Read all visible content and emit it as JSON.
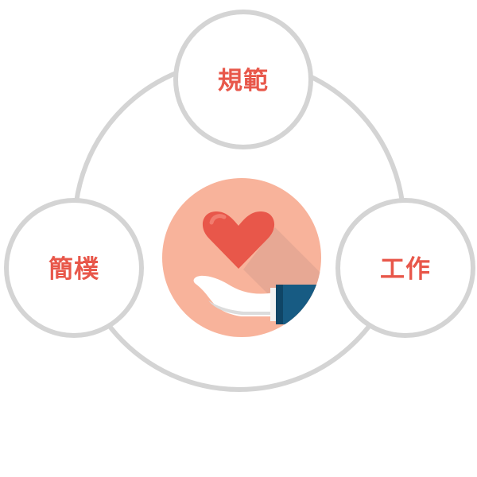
{
  "diagram": {
    "nodes": [
      {
        "id": "top",
        "label": "規範"
      },
      {
        "id": "left",
        "label": "簡樸"
      },
      {
        "id": "right",
        "label": "工作"
      }
    ],
    "center_icon": "heart-in-hand-icon",
    "colors": {
      "ring": "#d4d4d4",
      "node_fill": "#ffffff",
      "label": "#e8574a",
      "center_bg": "#f8b39b",
      "heart": "#e8574a",
      "shadow": "#e7a894",
      "hand": "#ffffff",
      "hand_shade": "#dcdcdc",
      "sleeve": "#175b83",
      "sleeve_dark": "#0f4566",
      "cuff": "#f2f2f2"
    }
  }
}
